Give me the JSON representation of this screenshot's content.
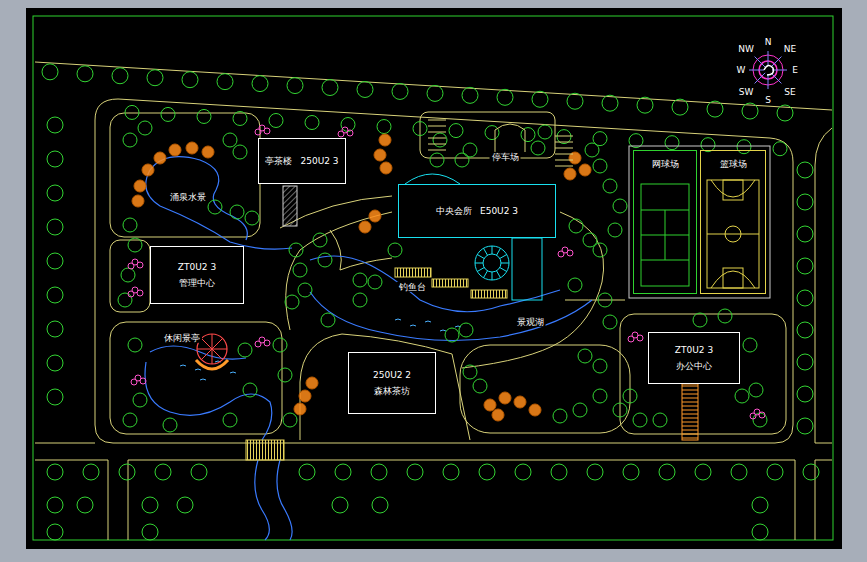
{
  "diagram": {
    "nodes": [
      {
        "text": [
          "亭茶楼",
          "250U2 3"
        ]
      },
      {
        "text": [
          "ZT0U2 3",
          "管理中心"
        ]
      },
      {
        "text": [
          "中央会所",
          "E50U2 3"
        ]
      },
      {
        "text": [
          "250U2 2",
          "森林茶坊"
        ]
      },
      {
        "text": [
          "ZT0U2 3",
          "办公中心"
        ]
      },
      {
        "text": [
          "网球场"
        ]
      },
      {
        "text": [
          "篮球场"
        ]
      }
    ],
    "labels": [
      "NW",
      "N",
      "NE",
      "W",
      "E",
      "SW",
      "S",
      "SE",
      "涌泉水景",
      "停车场",
      "钓鱼台",
      "景观湖",
      "休闲景亭"
    ]
  }
}
